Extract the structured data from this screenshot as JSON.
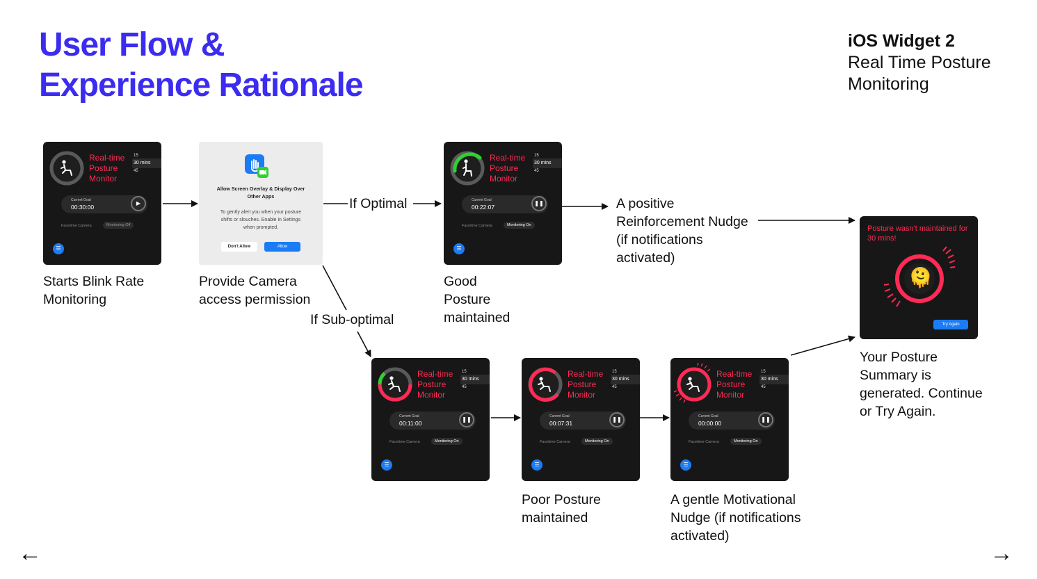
{
  "header": {
    "title_line1": "User Flow &",
    "title_line2": "Experience Rationale",
    "subtitle_bold": "iOS Widget 2",
    "subtitle_line2": "Real Time Posture",
    "subtitle_line3": "Monitoring"
  },
  "colors": {
    "accent": "#3b2cf0",
    "widget_bg": "#171717",
    "alert": "#ff2a55",
    "good": "#2fd12f",
    "button_blue": "#1b7cf5"
  },
  "widget_common": {
    "title": [
      "Real-time",
      "Posture",
      "Monitor"
    ],
    "dial_top": "15",
    "dial_selected": "30  mins",
    "dial_bottom": "45",
    "goal_label": "Current Goal",
    "camera_label": "Facetime Camera",
    "monitoring_on": "Monitoring On",
    "monitoring_off": "Monitoring Off"
  },
  "widgets": {
    "start": {
      "time": "00:30:00",
      "caption": [
        "Starts Blink Rate",
        "Monitoring"
      ]
    },
    "good": {
      "time": "00:22:07",
      "caption": [
        "Good",
        "Posture",
        "maintained"
      ]
    },
    "sub": {
      "time": "00:11:00"
    },
    "poor": {
      "time": "00:07:31",
      "caption": [
        "Poor Posture",
        "maintained"
      ]
    },
    "nudge": {
      "time": "00:00:00",
      "caption": [
        "A gentle Motivational",
        "Nudge (if notifications",
        "activated)"
      ]
    }
  },
  "permission": {
    "title": "Allow Screen Overlay & Display Over Other Apps",
    "body": "To gently alert you when your posture shifts or slouches. Enable in Settings when prompted.",
    "deny": "Don't Allow",
    "allow": "Allow",
    "caption": [
      "Provide Camera",
      "access permission"
    ]
  },
  "flow_labels": {
    "optimal": "If Optimal",
    "sub_optimal": "If Sub-optimal",
    "positive": [
      "A positive",
      "Reinforcement Nudge",
      "(if notifications",
      "activated)"
    ]
  },
  "summary": {
    "message": "Posture wasn't maintained for 30 mins!",
    "emoji": "🫠",
    "try_again": "Try Again",
    "caption": [
      "Your Posture",
      "Summary is",
      "generated. Continue",
      "or Try Again."
    ]
  },
  "nav": {
    "prev": "←",
    "next": "→"
  }
}
